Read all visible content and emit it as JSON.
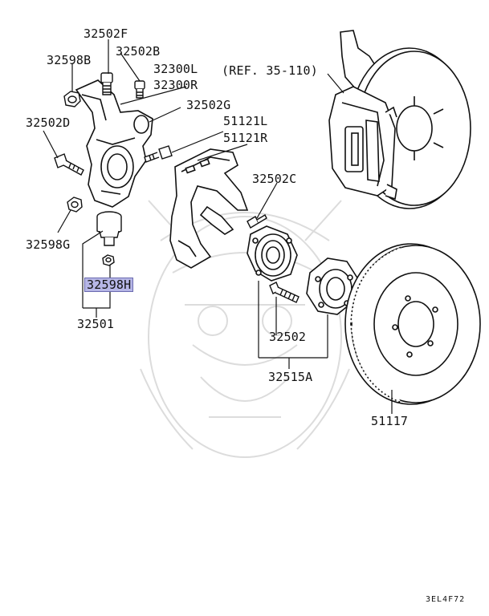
{
  "diagram": {
    "parts": {
      "p32502F": "32502F",
      "p32598B": "32598B",
      "p32502B": "32502B",
      "p32300L": "32300L",
      "p32300R": "32300R",
      "p32502G": "32502G",
      "p32502D": "32502D",
      "p51121L": "51121L",
      "p51121R": "51121R",
      "p32502C": "32502C",
      "p32598G": "32598G",
      "p32598H": "32598H",
      "p32501": "32501",
      "p32502": "32502",
      "p32515A": "32515A",
      "p51117": "51117"
    },
    "reference": "(REF. 35-110)",
    "highlighted_part": "32598H",
    "highlight_color": "#b6b6e6",
    "line_color": "#111111",
    "watermark_color": "#dcdcdc",
    "diagram_code": "3EL4F72"
  }
}
